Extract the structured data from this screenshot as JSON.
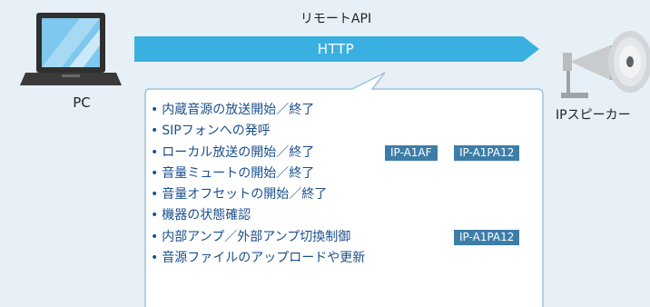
{
  "diagram": {
    "api_label": "リモートAPI",
    "protocol_label": "HTTP",
    "pc_label": "PC",
    "speaker_label": "IPスピーカー",
    "features": [
      {
        "text": "内蔵音源の放送開始／終了",
        "tags": []
      },
      {
        "text": "SIPフォンへの発呼",
        "tags": []
      },
      {
        "text": "ローカル放送の開始／終了",
        "tags": [
          "IP-A1AF",
          "IP-A1PA12"
        ]
      },
      {
        "text": "音量ミュートの開始／終了",
        "tags": []
      },
      {
        "text": "音量オフセットの開始／終了",
        "tags": []
      },
      {
        "text": "機器の状態確認",
        "tags": []
      },
      {
        "text": "内部アンプ／外部アンプ切換制御",
        "tags": [
          "IP-A1PA12"
        ]
      },
      {
        "text": "音源ファイルのアップロードや更新",
        "tags": []
      }
    ],
    "bullet": "•",
    "colors": {
      "background": "#e8f0f7",
      "arrow": "#3ab0e0",
      "feature_text": "#1a4f8c",
      "tag_bg": "#3d7ea8",
      "callout_border": "#9fc2de"
    }
  }
}
